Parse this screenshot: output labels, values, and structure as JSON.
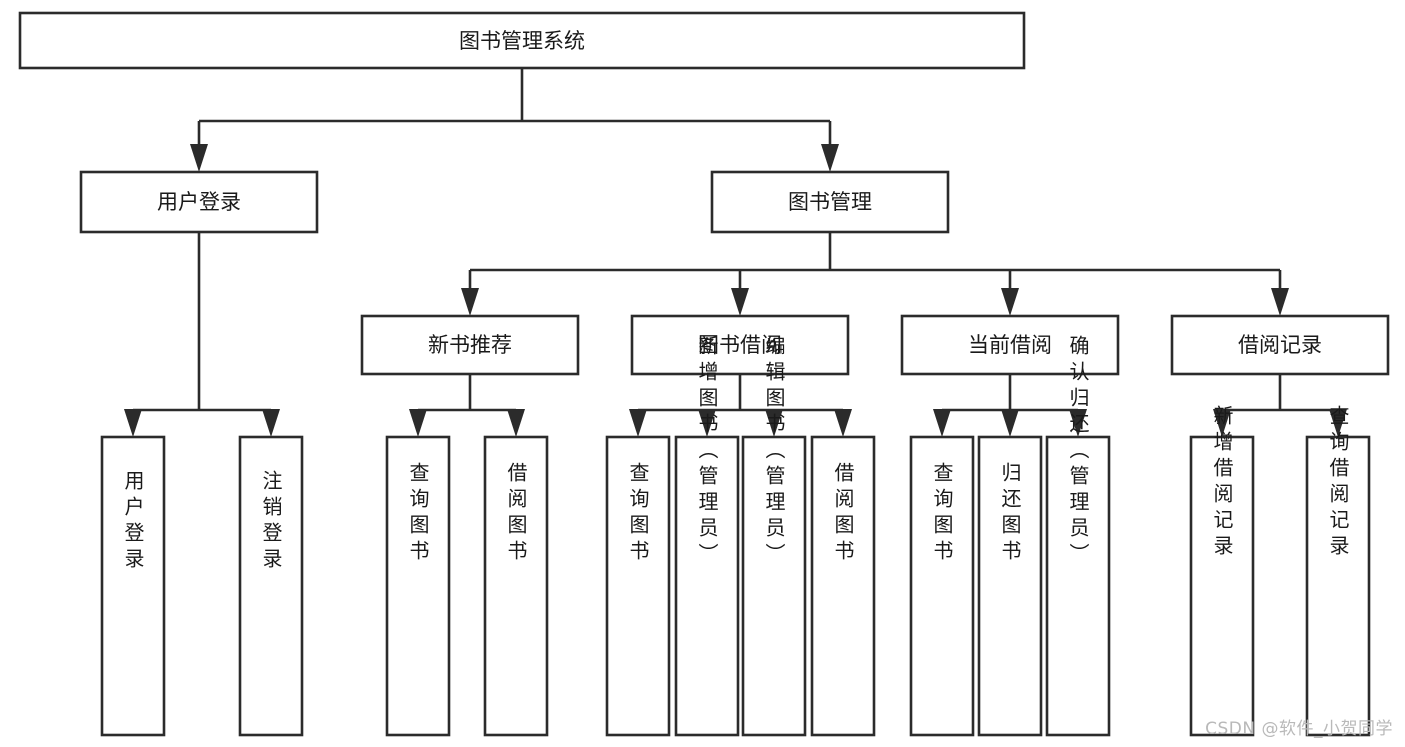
{
  "diagram": {
    "title": "图书管理系统",
    "type": "hierarchy-tree",
    "watermark": "CSDN @软件_小贺同学",
    "colors": {
      "stroke": "#2b2b2b",
      "fill": "#ffffff",
      "text": "#1a1a1a",
      "watermark": "#b9b9b9"
    },
    "levels": {
      "root": "图书管理系统",
      "level2": [
        "用户登录",
        "图书管理"
      ],
      "level3": [
        "新书推荐",
        "图书借阅",
        "当前借阅",
        "借阅记录"
      ]
    },
    "nodes": {
      "root": {
        "label": "图书管理系统",
        "orientation": "horizontal"
      },
      "user_login": {
        "label": "用户登录",
        "orientation": "horizontal"
      },
      "book_manage": {
        "label": "图书管理",
        "orientation": "horizontal"
      },
      "new_book_rec": {
        "label": "新书推荐",
        "orientation": "horizontal"
      },
      "book_borrow": {
        "label": "图书借阅",
        "orientation": "horizontal"
      },
      "current_borrow": {
        "label": "当前借阅",
        "orientation": "horizontal"
      },
      "borrow_record": {
        "label": "借阅记录",
        "orientation": "horizontal"
      },
      "leaf_user_login": {
        "label": "用户登录",
        "orientation": "vertical"
      },
      "leaf_logout": {
        "label": "注销登录",
        "orientation": "vertical"
      },
      "leaf_query_book_1": {
        "label": "查询图书",
        "orientation": "vertical"
      },
      "leaf_borrow_book_1": {
        "label": "借阅图书",
        "orientation": "vertical"
      },
      "leaf_query_book_2": {
        "label": "查询图书",
        "orientation": "vertical"
      },
      "leaf_add_book": {
        "label": "新增图书（管理员）",
        "orientation": "vertical"
      },
      "leaf_edit_book": {
        "label": "编辑图书（管理员）",
        "orientation": "vertical"
      },
      "leaf_borrow_book_2": {
        "label": "借阅图书",
        "orientation": "vertical"
      },
      "leaf_query_book_3": {
        "label": "查询图书",
        "orientation": "vertical"
      },
      "leaf_return_book": {
        "label": "归还图书",
        "orientation": "vertical"
      },
      "leaf_confirm_return": {
        "label": "确认归还（管理员）",
        "orientation": "vertical"
      },
      "leaf_add_record": {
        "label": "新增借阅记录",
        "orientation": "vertical"
      },
      "leaf_query_record": {
        "label": "查询借阅记录",
        "orientation": "vertical"
      }
    },
    "edges": [
      {
        "from": "root",
        "to": "user_login"
      },
      {
        "from": "root",
        "to": "book_manage"
      },
      {
        "from": "user_login",
        "to": "leaf_user_login"
      },
      {
        "from": "user_login",
        "to": "leaf_logout"
      },
      {
        "from": "book_manage",
        "to": "new_book_rec"
      },
      {
        "from": "book_manage",
        "to": "book_borrow"
      },
      {
        "from": "book_manage",
        "to": "current_borrow"
      },
      {
        "from": "book_manage",
        "to": "borrow_record"
      },
      {
        "from": "new_book_rec",
        "to": "leaf_query_book_1"
      },
      {
        "from": "new_book_rec",
        "to": "leaf_borrow_book_1"
      },
      {
        "from": "book_borrow",
        "to": "leaf_query_book_2"
      },
      {
        "from": "book_borrow",
        "to": "leaf_add_book"
      },
      {
        "from": "book_borrow",
        "to": "leaf_edit_book"
      },
      {
        "from": "book_borrow",
        "to": "leaf_borrow_book_2"
      },
      {
        "from": "current_borrow",
        "to": "leaf_query_book_3"
      },
      {
        "from": "current_borrow",
        "to": "leaf_return_book"
      },
      {
        "from": "current_borrow",
        "to": "leaf_confirm_return"
      },
      {
        "from": "borrow_record",
        "to": "leaf_add_record"
      },
      {
        "from": "borrow_record",
        "to": "leaf_query_record"
      }
    ]
  }
}
